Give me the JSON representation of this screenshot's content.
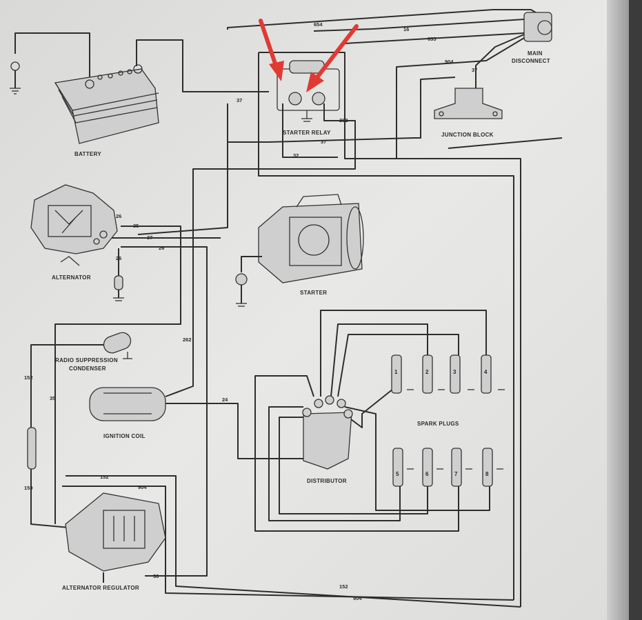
{
  "labels": {
    "battery": "BATTERY",
    "starter_relay": "STARTER RELAY",
    "main_disconnect_1": "MAIN",
    "main_disconnect_2": "DISCONNECT",
    "junction_block": "JUNCTION BLOCK",
    "alternator": "ALTERNATOR",
    "starter": "STARTER",
    "radio_condenser_1": "RADIO SUPPRESSION",
    "radio_condenser_2": "CONDENSER",
    "ignition_coil": "IGNITION COIL",
    "distributor": "DISTRIBUTOR",
    "spark_plugs": "SPARK PLUGS",
    "alternator_regulator": "ALTERNATOR REGULATOR"
  },
  "wire_numbers": {
    "w654": "654",
    "w16": "16",
    "w655": "655",
    "w904_top": "904",
    "w37_jb": "37",
    "w37_relay": "37",
    "w262_relay": "262",
    "w37_mid": "37",
    "w32": "32",
    "w35": "35",
    "w37_alt": "37",
    "w26_alt": "26",
    "w26_a": "26",
    "w26_b": "26",
    "w262_coil": "262",
    "w152": "152",
    "w35_left": "35",
    "w150": "150",
    "w24": "24",
    "w152_reg": "152",
    "w904_reg": "904",
    "w36": "36",
    "w152_bottom": "152",
    "w904_bottom": "904"
  },
  "plug_numbers": [
    "1",
    "2",
    "3",
    "4",
    "5",
    "6",
    "7",
    "8"
  ],
  "colors": {
    "paper": "#e6e6e4",
    "ink": "#2d2d2d",
    "arrow": "#e03a32",
    "background": "#3a3a3a"
  }
}
